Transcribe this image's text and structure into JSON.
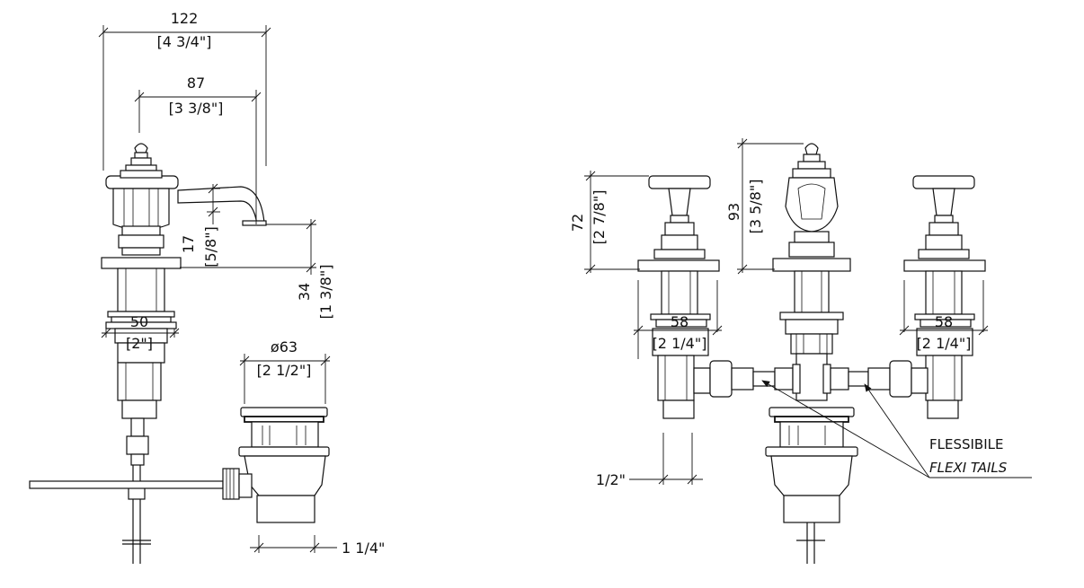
{
  "dimensions": {
    "overall_width_mm": "122",
    "overall_width_in": "[4 3/4\"]",
    "spout_reach_mm": "87",
    "spout_reach_in": "[3 3/8\"]",
    "spout_outlet_mm": "17",
    "spout_outlet_in": "[5/8\"]",
    "spout_height_mm": "34",
    "spout_height_in": "[1 3/8\"]",
    "shank_diameter_mm": "50",
    "shank_diameter_in": "[2\"]",
    "waste_diameter_mm": "ø63",
    "waste_diameter_in": "[2 1/2\"]",
    "waste_thread": "1 1/4\"",
    "handle_height_mm": "72",
    "handle_height_in": "[2 7/8\"]",
    "spout_top_height_mm": "93",
    "spout_top_height_in": "[3 5/8\"]",
    "left_valve_shank_mm": "58",
    "left_valve_shank_in": "[2 1/4\"]",
    "right_valve_shank_mm": "58",
    "right_valve_shank_in": "[2 1/4\"]",
    "inlet_thread": "1/2\""
  },
  "callout": {
    "line1": "FLESSIBILE",
    "line2": "FLEXI TAILS"
  }
}
